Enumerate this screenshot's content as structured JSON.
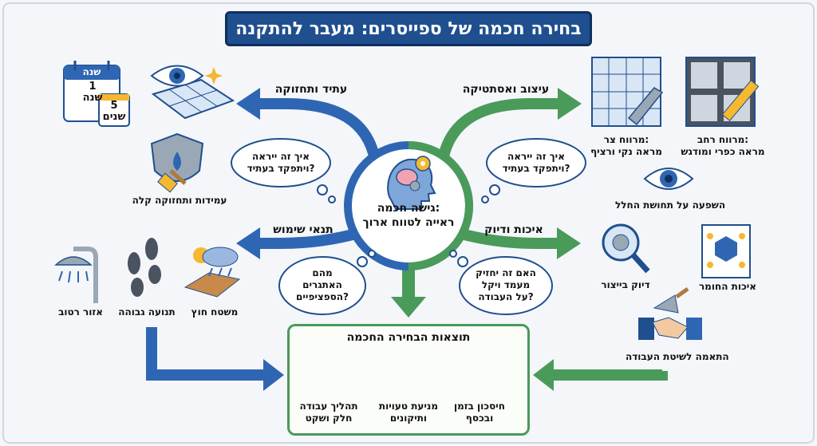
{
  "title": "בחירה חכמה של ספייסרים: מעבר להתקנה",
  "center": {
    "line1": "גישה חכמה:",
    "line2": "ראייה לטווח ארוך"
  },
  "branches": {
    "future": "עתיד ותחזוקה",
    "design": "עיצוב ואסתטיקה",
    "usage": "תנאי שימוש",
    "quality": "איכות ודיוק"
  },
  "bubbles": {
    "future_q": [
      "איך זה ייראה",
      "ויתפקד בעתיד?"
    ],
    "design_q": [
      "איך זה ייראה",
      "ויתפקד בעתיד?"
    ],
    "usage_q": [
      "מהם",
      "האתגרים",
      "הספציפיים?"
    ],
    "quality_q": [
      "האם זה יחזיק",
      "מעמד ויקל",
      "על העבודה?"
    ]
  },
  "calendar": {
    "header": "שנה",
    "day1_num": "1",
    "day1_label": "שנה",
    "day5_num": "5",
    "day5_label": "שנים"
  },
  "labels": {
    "durability": "עמידות ותחזוקה קלה",
    "narrow_gap": [
      "מרווח צר:",
      "מראה נקי ורציף"
    ],
    "wide_gap": [
      "מרווח רחב:",
      "מראה כפרי ומודגש"
    ],
    "space_effect": "השפעה על תחושת החלל",
    "wet_area": "אזור רטוב",
    "high_traffic": "תנועה גבוהה",
    "outdoor": "משטח חוץ",
    "mfg_precision": "דיוק בייצור",
    "material_quality": "איכות החומר",
    "work_method": "התאמה לשיטת העבודה"
  },
  "outcomes": {
    "title": "תוצאות הבחירה החכמה",
    "items": [
      [
        "חיסכון בזמן",
        "ובכסף"
      ],
      [
        "מניעת טעויות",
        "ותיקונים"
      ],
      [
        "תהליך עבודה",
        "חלק ושקט"
      ]
    ]
  },
  "colors": {
    "blue": "#2f66b3",
    "green": "#4a9a5a",
    "navy": "#1f4f8f"
  }
}
